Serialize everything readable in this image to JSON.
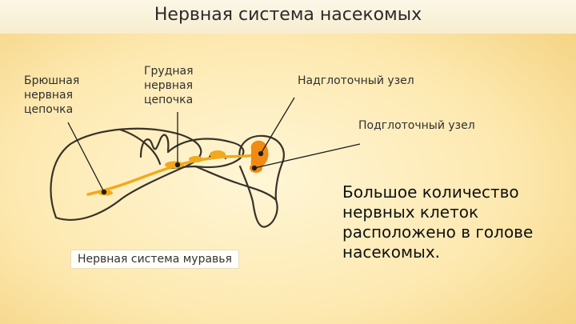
{
  "title": "Нервная система насекомых",
  "labels": {
    "abdominal_chain": "Брюшная нервная цепочка",
    "thoracic_chain": "Грудная нервная цепочка",
    "supraesophageal": "Надглоточный узел",
    "subesophageal": "Подглоточный узел"
  },
  "caption": "Нервная система муравья",
  "note": "Большое количество нервных клеток расположено в голове насекомых.",
  "colors": {
    "nerve": "#f2a91c",
    "ganglion": "#f08a12",
    "outline": "#3a3228"
  }
}
